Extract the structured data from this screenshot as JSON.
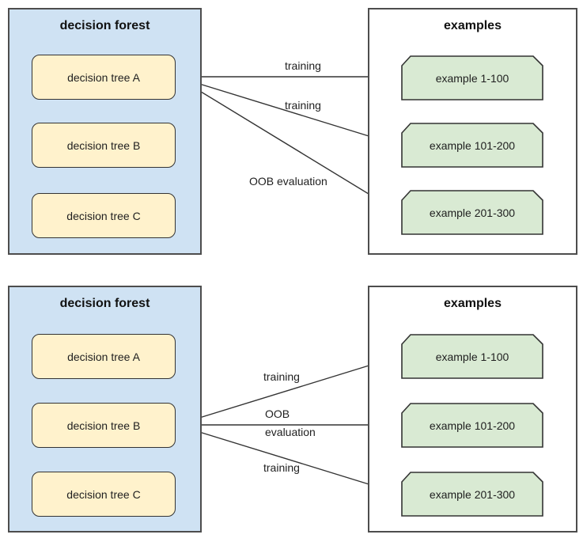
{
  "colors": {
    "forest_panel_fill": "#cfe2f3",
    "tree_box_fill": "#fff2cc",
    "example_box_fill": "#d9ead3",
    "border": "#333333",
    "panel_border": "#4d4d4d",
    "text": "#1f1f1f"
  },
  "top": {
    "forest": {
      "title": "decision forest",
      "trees": [
        "decision tree A",
        "decision tree B",
        "decision tree C"
      ]
    },
    "examples": {
      "title": "examples",
      "items": [
        "example 1-100",
        "example 101-200",
        "example 201-300"
      ]
    },
    "arrows": [
      {
        "from": "decision tree A",
        "to": "example 1-100",
        "label": "training"
      },
      {
        "from": "decision tree A",
        "to": "example 101-200",
        "label": "training"
      },
      {
        "from": "decision tree A",
        "to": "example 201-300",
        "label": "OOB evaluation"
      }
    ]
  },
  "bottom": {
    "forest": {
      "title": "decision forest",
      "trees": [
        "decision tree A",
        "decision tree B",
        "decision tree C"
      ]
    },
    "examples": {
      "title": "examples",
      "items": [
        "example 1-100",
        "example 101-200",
        "example 201-300"
      ]
    },
    "arrows": [
      {
        "from": "decision tree B",
        "to": "example 1-100",
        "label": "training"
      },
      {
        "from": "decision tree B",
        "to": "example 101-200",
        "label": "OOB",
        "label2": "evaluation"
      },
      {
        "from": "decision tree B",
        "to": "example 201-300",
        "label": "training"
      }
    ]
  }
}
